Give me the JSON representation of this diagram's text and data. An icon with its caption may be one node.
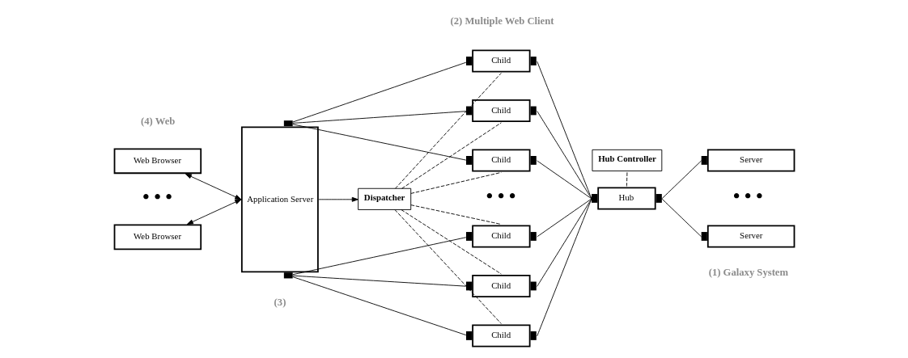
{
  "diagram": {
    "nodes": [
      {
        "text": [
          "Web Browser"
        ]
      },
      {
        "text": [
          "Web Browser"
        ]
      },
      {
        "text": [
          "Application Server"
        ]
      },
      {
        "text": [
          "Dispatcher"
        ]
      },
      {
        "text": [
          "Child"
        ]
      },
      {
        "text": [
          "Child"
        ]
      },
      {
        "text": [
          "Child"
        ]
      },
      {
        "text": [
          "Child"
        ]
      },
      {
        "text": [
          "Child"
        ]
      },
      {
        "text": [
          "Child"
        ]
      },
      {
        "text": [
          "Hub Controller"
        ]
      },
      {
        "text": [
          "Hub"
        ]
      },
      {
        "text": [
          "Server"
        ]
      },
      {
        "text": [
          "Server"
        ]
      }
    ],
    "edges": [
      {
        "from": 0,
        "to": 2,
        "arrow": "both"
      },
      {
        "from": 1,
        "to": 2,
        "arrow": "both"
      },
      {
        "from": 2,
        "to": 3,
        "arrow": "to"
      },
      {
        "from": 2,
        "to": 4,
        "arrow": "none"
      },
      {
        "from": 2,
        "to": 5,
        "arrow": "none"
      },
      {
        "from": 2,
        "to": 6,
        "arrow": "none"
      },
      {
        "from": 2,
        "to": 7,
        "arrow": "none"
      },
      {
        "from": 2,
        "to": 8,
        "arrow": "none"
      },
      {
        "from": 2,
        "to": 9,
        "arrow": "none"
      },
      {
        "from": 3,
        "to": 4,
        "arrow": "none",
        "style": "dashed"
      },
      {
        "from": 3,
        "to": 5,
        "arrow": "none",
        "style": "dashed"
      },
      {
        "from": 3,
        "to": 6,
        "arrow": "none",
        "style": "dashed"
      },
      {
        "from": 3,
        "to": 7,
        "arrow": "none",
        "style": "dashed"
      },
      {
        "from": 3,
        "to": 8,
        "arrow": "none",
        "style": "dashed"
      },
      {
        "from": 3,
        "to": 9,
        "arrow": "none",
        "style": "dashed"
      },
      {
        "from": 4,
        "to": 11,
        "arrow": "none"
      },
      {
        "from": 5,
        "to": 11,
        "arrow": "none"
      },
      {
        "from": 6,
        "to": 11,
        "arrow": "none"
      },
      {
        "from": 7,
        "to": 11,
        "arrow": "none"
      },
      {
        "from": 8,
        "to": 11,
        "arrow": "none"
      },
      {
        "from": 9,
        "to": 11,
        "arrow": "none"
      },
      {
        "from": 10,
        "to": 11,
        "arrow": "none",
        "style": "dashed"
      },
      {
        "from": 11,
        "to": 12,
        "arrow": "none"
      },
      {
        "from": 11,
        "to": 13,
        "arrow": "none"
      }
    ],
    "labels": [
      "(4) Web",
      "(2) Multiple Web Client",
      "• • •",
      "• • •",
      "• • •",
      "(3)",
      "(1) Galaxy System"
    ]
  }
}
